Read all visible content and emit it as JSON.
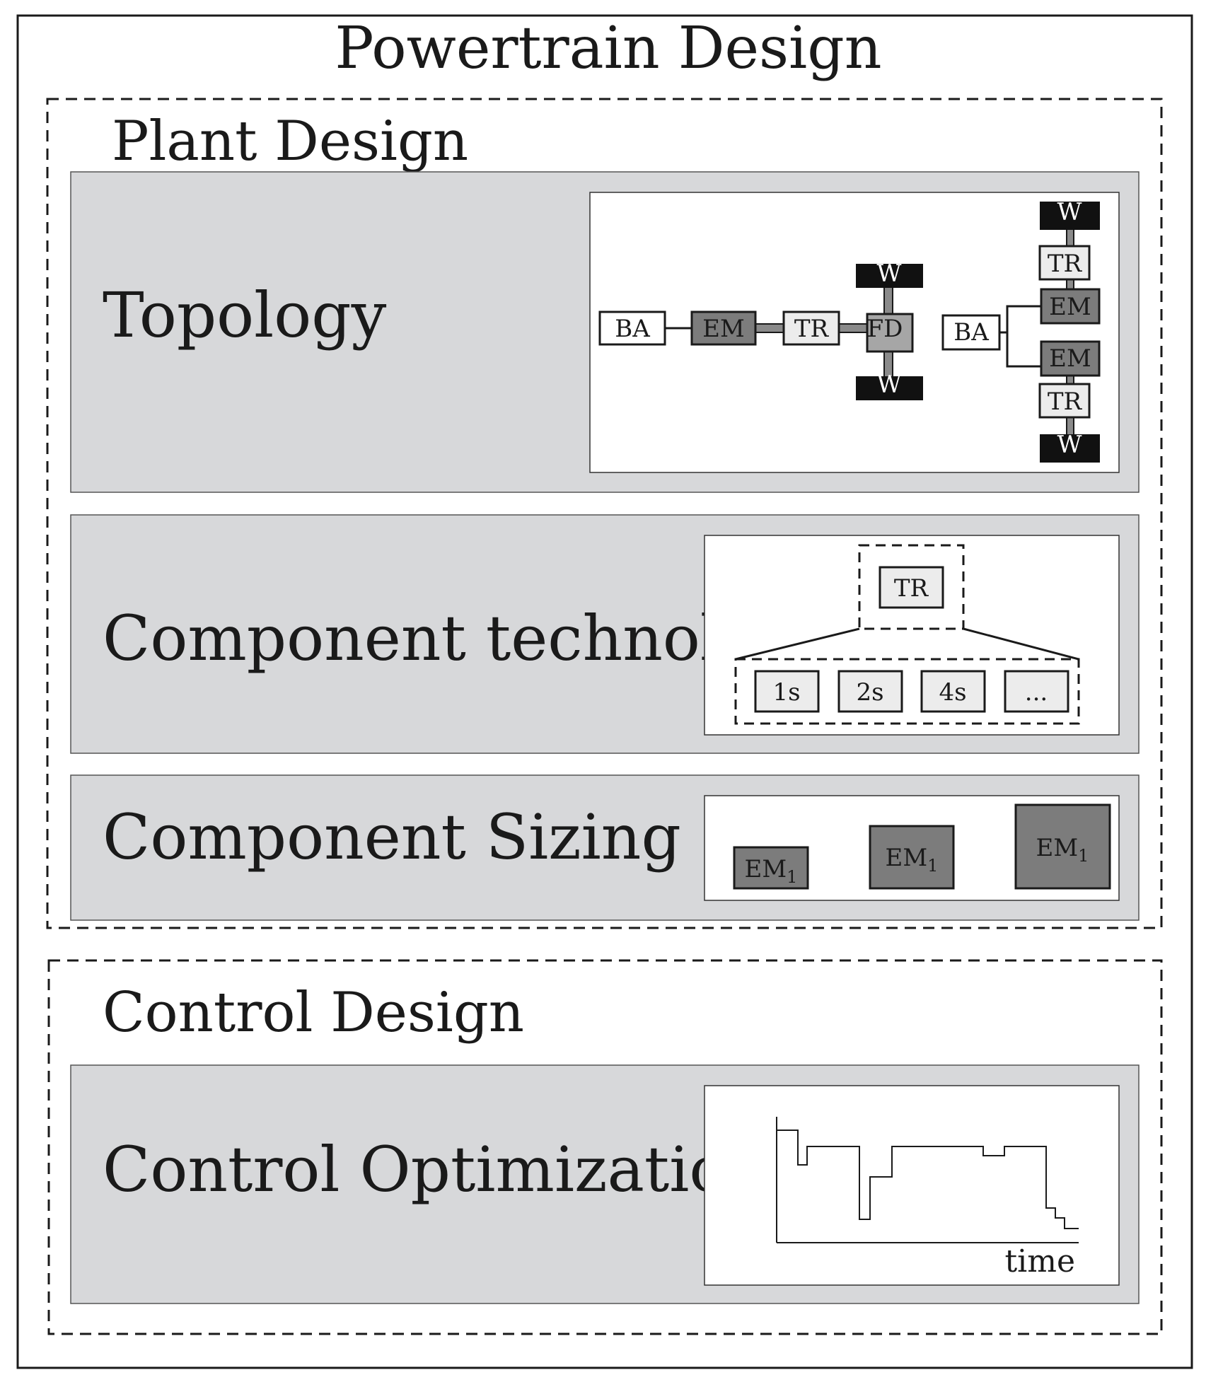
{
  "title": "Powertrain Design",
  "plant_design": {
    "title": "Plant Design",
    "topology": {
      "label": "Topology",
      "chain_blocks": [
        "BA",
        "EM",
        "TR",
        "FD"
      ],
      "wheel": "W",
      "dual_blocks": {
        "battery": "BA",
        "motor": "EM",
        "transmission": "TR",
        "wheel": "W"
      }
    },
    "component_technology": {
      "label": "Component technology",
      "parent": "TR",
      "options": [
        "1s",
        "2s",
        "4s",
        "..."
      ]
    },
    "component_sizing": {
      "label": "Component Sizing",
      "motor_base": "EM",
      "motor_subscript": "1",
      "sizes": [
        "small",
        "medium",
        "large"
      ]
    }
  },
  "control_design": {
    "title": "Control Design",
    "control_optimization": {
      "label": "Control Optimization",
      "x_axis_label": "time"
    }
  },
  "colors": {
    "panel_gray": "#d7d8da",
    "em_dark": "#7c7c7c",
    "tr_light": "#ececec",
    "wheel_black": "#111111",
    "line": "#1a1a1a"
  }
}
